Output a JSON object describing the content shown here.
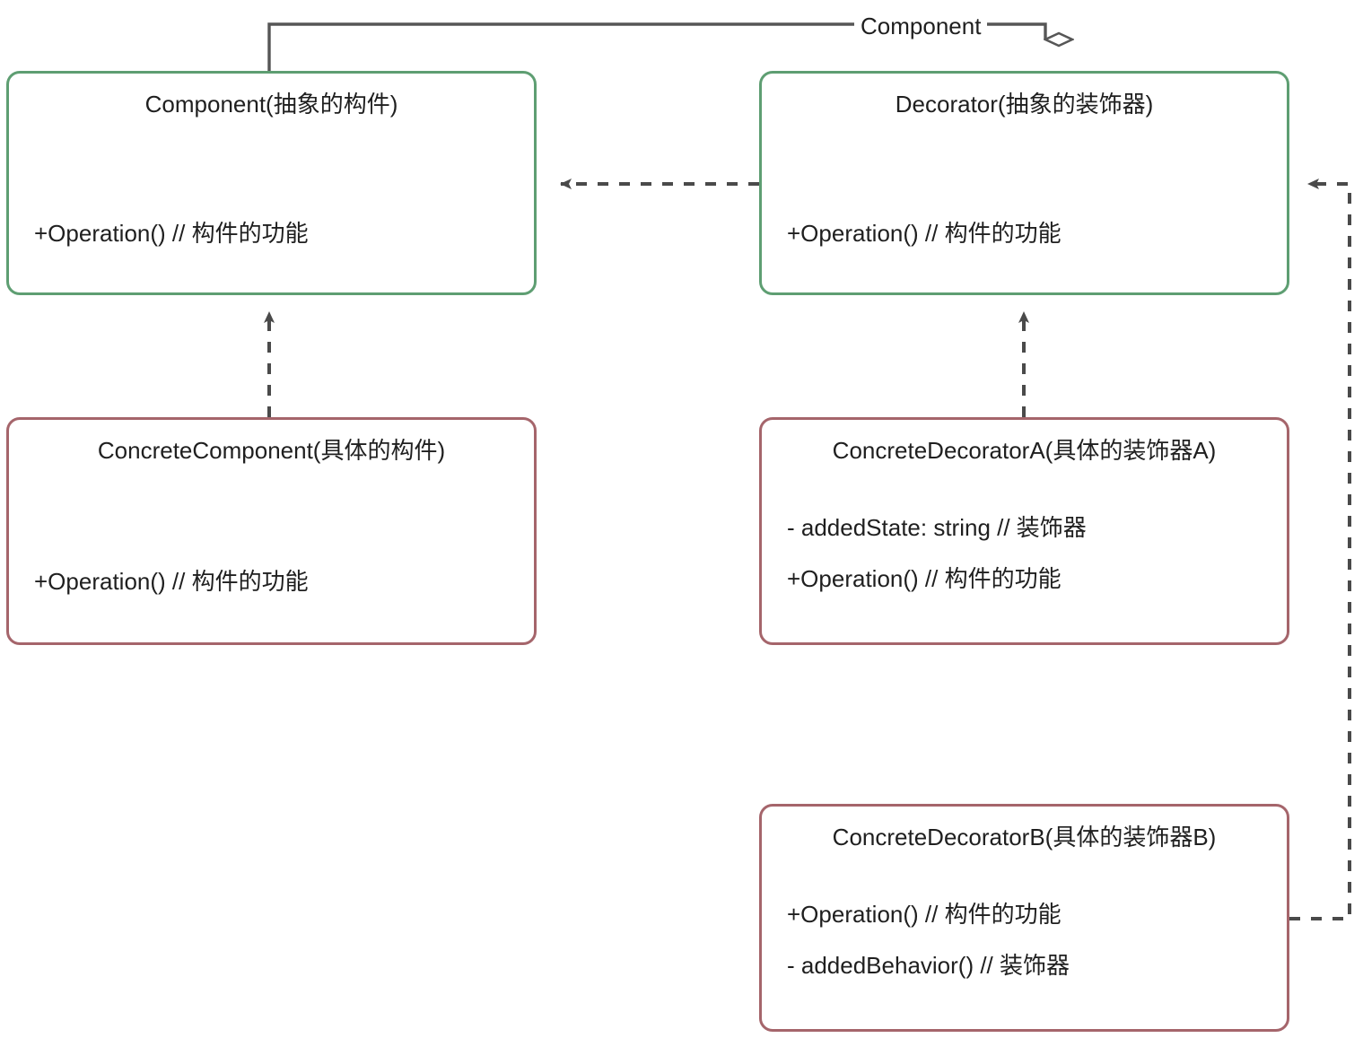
{
  "diagram": {
    "title": "Decorator Pattern UML Class Diagram",
    "colors": {
      "abstract_border": "#5e9e72",
      "concrete_border": "#a5656b",
      "edge": "#565656",
      "text": "#1f1f1f",
      "background": "#ffffff"
    },
    "edge_labels": {
      "aggregation": "Component"
    }
  },
  "boxes": [
    {
      "id": "component",
      "kind": "abstract",
      "title": "Component(抽象的构件)",
      "members": [
        "+Operation() // 构件的功能"
      ]
    },
    {
      "id": "decorator",
      "kind": "abstract",
      "title": "Decorator(抽象的装饰器)",
      "members": [
        "+Operation() // 构件的功能"
      ]
    },
    {
      "id": "concrete_component",
      "kind": "concrete",
      "title": "ConcreteComponent(具体的构件)",
      "members": [
        "+Operation() // 构件的功能"
      ]
    },
    {
      "id": "concrete_decorator_a",
      "kind": "concrete",
      "title": "ConcreteDecoratorA(具体的装饰器A)",
      "members": [
        "- addedState: string // 装饰器",
        "+Operation() // 构件的功能"
      ]
    },
    {
      "id": "concrete_decorator_b",
      "kind": "concrete",
      "title": "ConcreteDecoratorB(具体的装饰器B)",
      "members": [
        "+Operation() // 构件的功能",
        "- addedBehavior() // 装饰器"
      ]
    }
  ],
  "relations": [
    {
      "id": "aggregation",
      "from": "component",
      "to": "decorator",
      "type": "aggregation",
      "label": "Component",
      "style": "solid",
      "marker": "hollow-diamond"
    },
    {
      "id": "decorator-realizes-component",
      "from": "decorator",
      "to": "component",
      "type": "realization",
      "label": "",
      "style": "dashed",
      "marker": "solid-triangle"
    },
    {
      "id": "concretecomponent-realizes-component",
      "from": "concrete_component",
      "to": "component",
      "type": "realization",
      "label": "",
      "style": "dashed",
      "marker": "solid-triangle"
    },
    {
      "id": "concretedecoratora-realizes-decorator",
      "from": "concrete_decorator_a",
      "to": "decorator",
      "type": "realization",
      "label": "",
      "style": "dashed",
      "marker": "solid-triangle"
    },
    {
      "id": "concretedecoratorb-realizes-decorator",
      "from": "concrete_decorator_b",
      "to": "decorator",
      "type": "realization",
      "label": "",
      "style": "dashed",
      "marker": "solid-triangle"
    }
  ]
}
